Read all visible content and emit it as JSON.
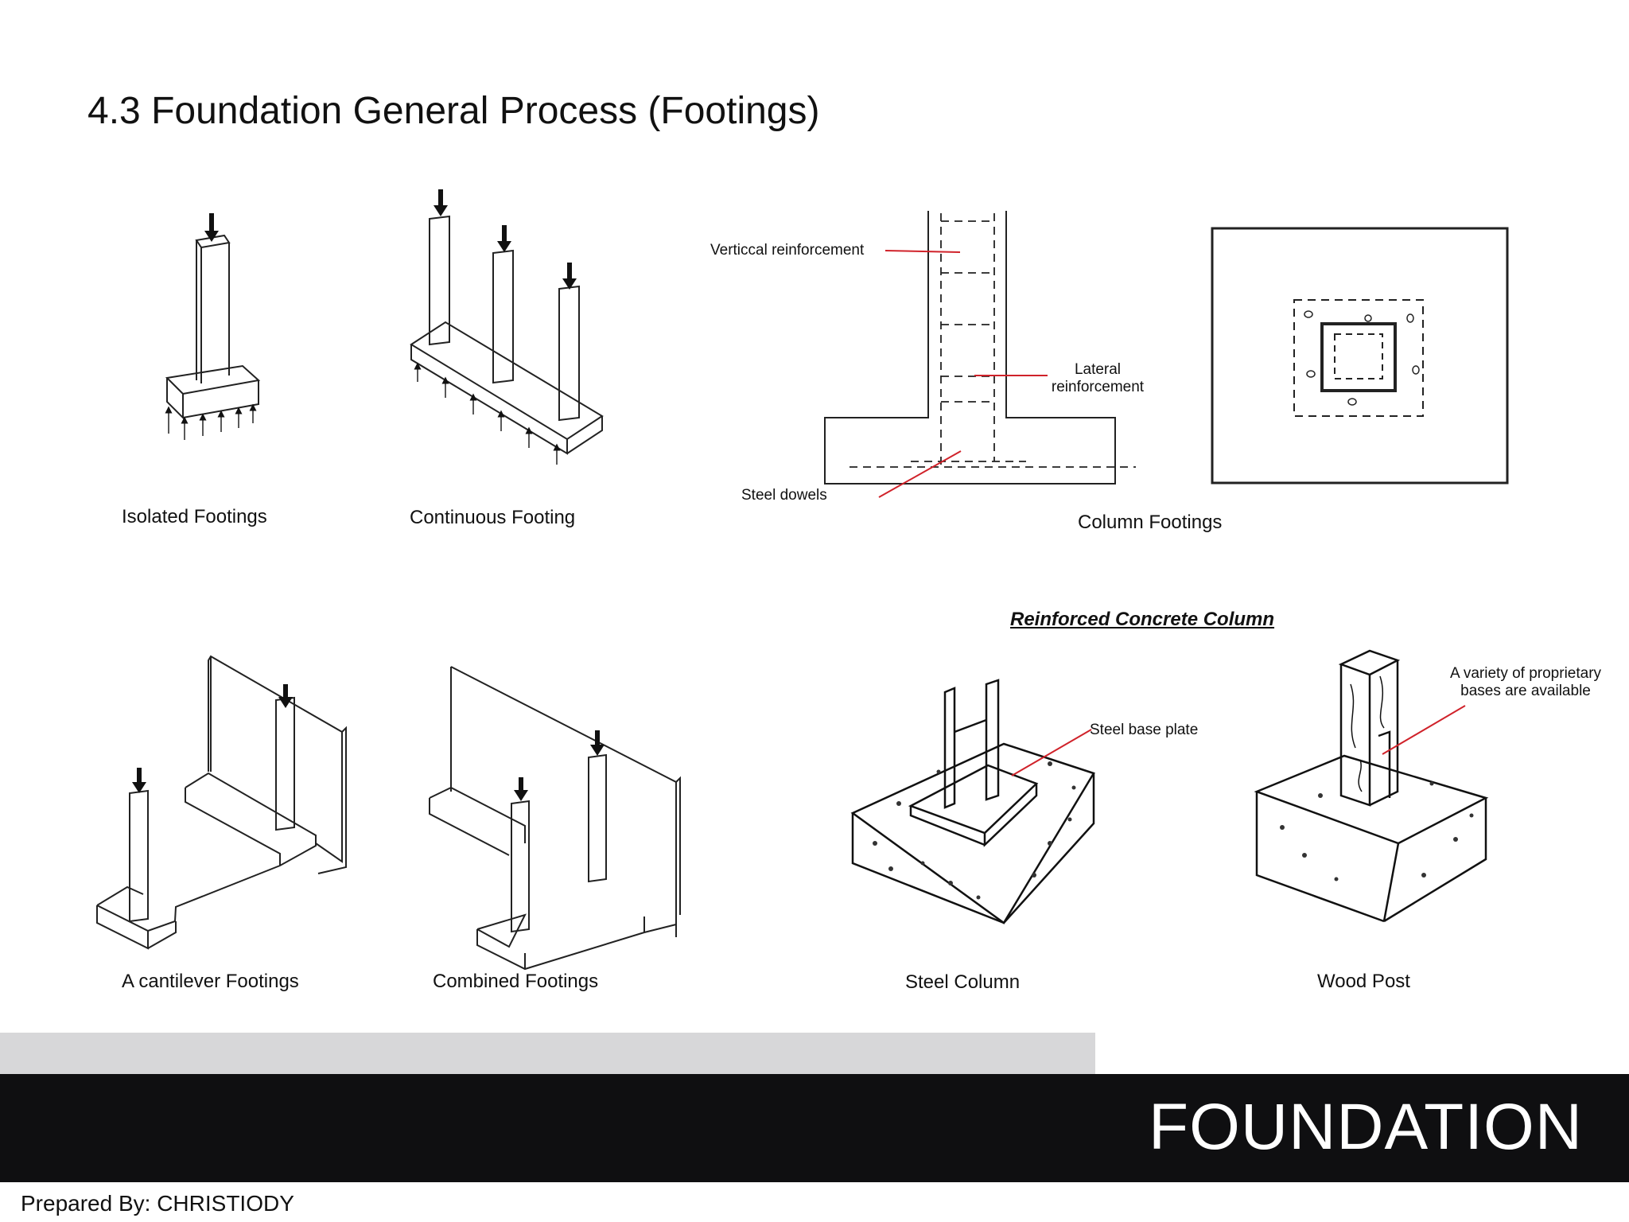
{
  "title": "4.3 Foundation General Process (Footings)",
  "captions": {
    "isolated": "Isolated Footings",
    "continuous": "Continuous Footing",
    "column": "Column Footings",
    "cantilever": "A cantilever Footings",
    "combined": "Combined Footings",
    "steel_column": "Steel Column",
    "wood_post": "Wood Post"
  },
  "labels": {
    "vertical_reinforcement": "Verticcal reinforcement",
    "lateral_reinforcement_1": "Lateral",
    "lateral_reinforcement_2": "reinforcement",
    "steel_dowels": "Steel dowels",
    "steel_base_plate": "Steel base plate",
    "proprietary_bases_1": "A variety of proprietary",
    "proprietary_bases_2": "bases are available"
  },
  "subtitle": "Reinforced Concrete Column",
  "banner": "FOUNDATION",
  "footer": "Prepared By: CHRISTIODY",
  "colors": {
    "leader": "#d0222a",
    "band_dark": "#0f0f11",
    "band_light": "#d7d7d9"
  }
}
